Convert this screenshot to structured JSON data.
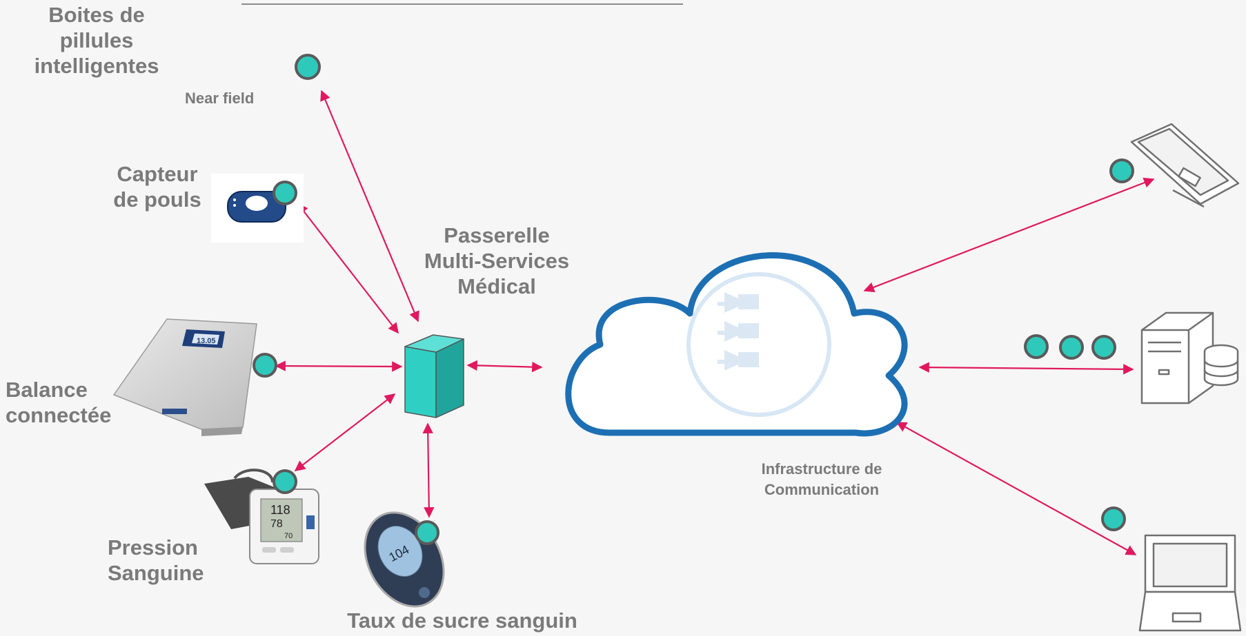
{
  "colors": {
    "arrow": "#e0195e",
    "node_fill": "#2ec9bb",
    "node_stroke": "#5a5a5a",
    "cloud_stroke": "#1d6fb3",
    "gateway": "#28c2b6",
    "label": "#7a7a7a"
  },
  "labels": {
    "pill_box": "Boites de\npillules\nintelligentes",
    "near_field": "Near field",
    "pulse_sensor": "Capteur\nde pouls",
    "gateway": "Passerelle\nMulti-Services\nMédical",
    "scale": "Balance\nconnectée",
    "blood_pressure": "Pression\nSanguine",
    "blood_sugar": "Taux de sucre sanguin",
    "infrastructure": "Infrastructure de\nCommunication"
  },
  "icons": [
    "cloud-icon",
    "gateway-box-icon",
    "tablet-icon",
    "server-database-icon",
    "laptop-icon",
    "pulse-sensor-icon",
    "scale-icon",
    "blood-pressure-monitor-icon",
    "glucose-meter-icon"
  ],
  "devices": {
    "scale_display": "13.05",
    "bp_display": [
      "118",
      "78",
      "70"
    ],
    "glucose_display": "104"
  }
}
